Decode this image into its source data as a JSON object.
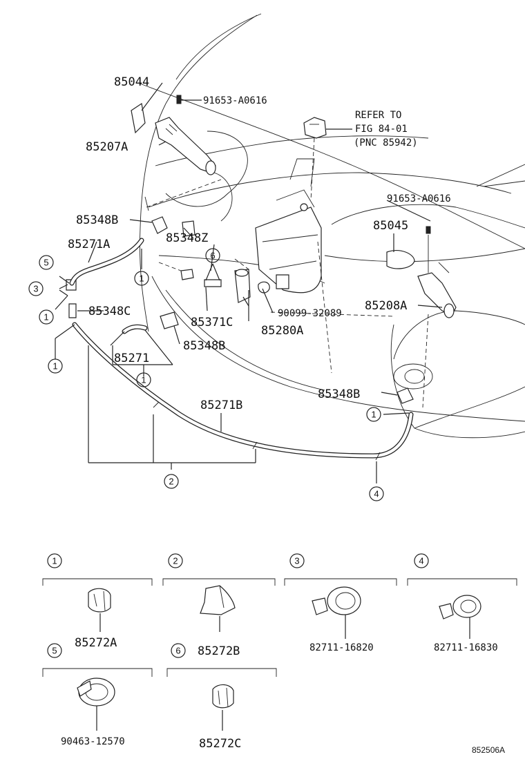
{
  "diagram": {
    "part_labels": {
      "p85044": "85044",
      "p91653a": "91653-A0616",
      "p85207a": "85207A",
      "refer1": "REFER TO",
      "refer2": "FIG 84-01",
      "refer3": "(PNC 85942)",
      "p91653b": "91653-A0616",
      "p85348b_1": "85348B",
      "p85348z": "85348Z",
      "p85045": "85045",
      "p85271a": "85271A",
      "p85348c": "85348C",
      "p90099": "90099-32089",
      "p85208a": "85208A",
      "p85371c": "85371C",
      "p85280a": "85280A",
      "p85348b_2": "85348B",
      "p85271": "85271",
      "p85348b_3": "85348B",
      "p85271b": "85271B"
    },
    "callouts": {
      "c5": "5",
      "c3": "3",
      "c1a": "1",
      "c1b": "1",
      "c6": "6",
      "c1c": "1",
      "c1d": "1",
      "c1e": "1",
      "c2": "2",
      "c4": "4"
    },
    "legend": [
      {
        "num": "1",
        "part": "85272A"
      },
      {
        "num": "2",
        "part": "85272B"
      },
      {
        "num": "3",
        "part": "82711-16820"
      },
      {
        "num": "4",
        "part": "82711-16830"
      },
      {
        "num": "5",
        "part": "90463-12570"
      },
      {
        "num": "6",
        "part": "85272C"
      }
    ],
    "diagram_code": "852506A"
  }
}
